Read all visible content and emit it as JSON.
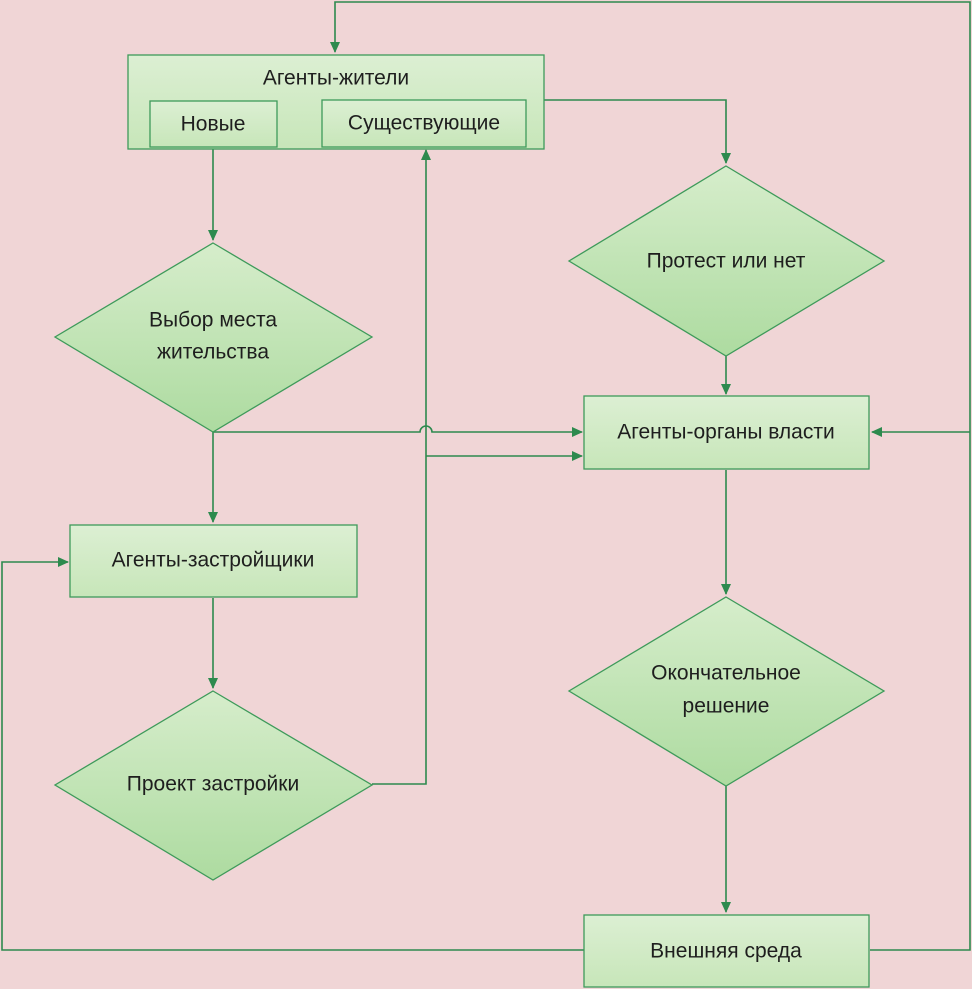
{
  "nodes": {
    "residents_group": {
      "label": "Агенты-жители"
    },
    "new_residents": {
      "label": "Новые"
    },
    "existing_residents": {
      "label": "Существующие"
    },
    "residence_choice": {
      "line1": "Выбор места",
      "line2": "жительства"
    },
    "protest": {
      "label": "Протест или нет"
    },
    "authorities": {
      "label": "Агенты-органы власти"
    },
    "developers": {
      "label": "Агенты-застройщики"
    },
    "final_decision": {
      "line1": "Окончательное",
      "line2": "решение"
    },
    "building_project": {
      "label": "Проект застройки"
    },
    "environment": {
      "label": "Внешняя среда"
    }
  },
  "colors": {
    "background": "#f0d5d6",
    "node_fill_light": "#dff0d6",
    "node_fill_dark": "#b4dca6",
    "stroke": "#3e9a5a",
    "edge": "#2d8a4e"
  }
}
